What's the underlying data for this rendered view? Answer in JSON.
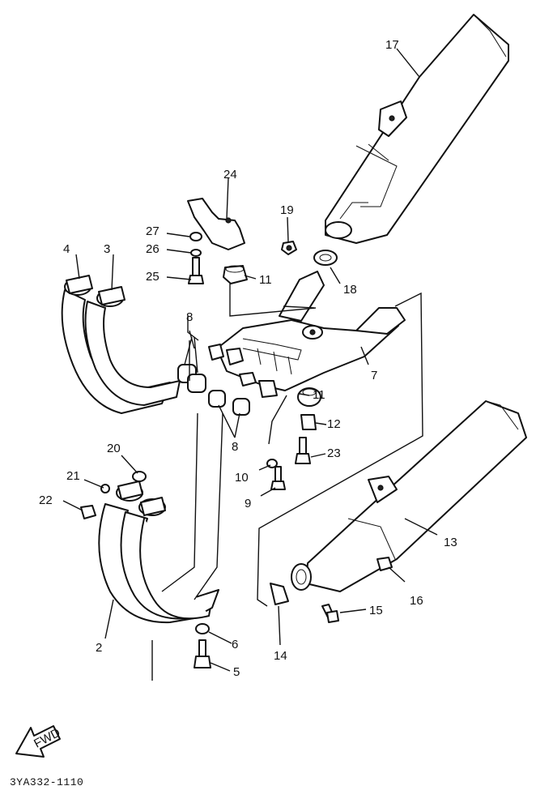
{
  "callouts": {
    "c2": "2",
    "c3": "3",
    "c4": "4",
    "c5": "5",
    "c6": "6",
    "c7": "7",
    "c8a": "8",
    "c8b": "8",
    "c9": "9",
    "c10": "10",
    "c11a": "11",
    "c11b": "11",
    "c12": "12",
    "c13": "13",
    "c14": "14",
    "c15": "15",
    "c16": "16",
    "c17": "17",
    "c18": "18",
    "c19": "19",
    "c20": "20",
    "c21": "21",
    "c22": "22",
    "c23": "23",
    "c24": "24",
    "c25": "25",
    "c26": "26",
    "c27": "27"
  },
  "direction_marker": "FWD",
  "diagram_code": "3YA332-1110"
}
